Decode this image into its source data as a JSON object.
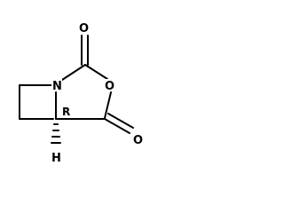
{
  "structure": {
    "atoms": {
      "n_label": "N",
      "ring_o_label": "O",
      "carbonyl_o_top": "O",
      "carbonyl_o_right": "O",
      "h_label": "H",
      "stereo_label": "R"
    },
    "colors": {
      "bond": "#000000",
      "text": "#000000",
      "background": "#ffffff"
    }
  }
}
